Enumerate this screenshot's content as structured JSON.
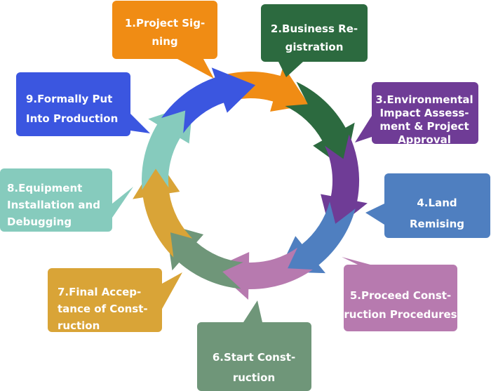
{
  "steps": [
    {
      "lines": [
        "1.Project Sig-",
        "ning"
      ],
      "color": "#f08c14"
    },
    {
      "lines": [
        "2.Business Re-",
        "gistration"
      ],
      "color": "#2c6a3f"
    },
    {
      "lines": [
        "3.Environmental",
        "Impact Assess-",
        "ment & Project",
        "Approval"
      ],
      "color": "#6f3c96"
    },
    {
      "lines": [
        "4.Land",
        "Remising"
      ],
      "color": "#4f7fc0"
    },
    {
      "lines": [
        "5.Proceed Const-",
        "ruction Procedures"
      ],
      "color": "#b77aaf"
    },
    {
      "lines": [
        "6.Start Const-",
        "ruction"
      ],
      "color": "#6f9679"
    },
    {
      "lines": [
        "7.Final Accep-",
        "tance of Const-",
        "ruction"
      ],
      "color": "#d9a437"
    },
    {
      "lines": [
        "8.Equipment",
        "Installation and",
        "Debugging"
      ],
      "color": "#86cbbd"
    },
    {
      "lines": [
        "9.Formally Put",
        "Into Production"
      ],
      "color": "#3b56e0"
    }
  ]
}
